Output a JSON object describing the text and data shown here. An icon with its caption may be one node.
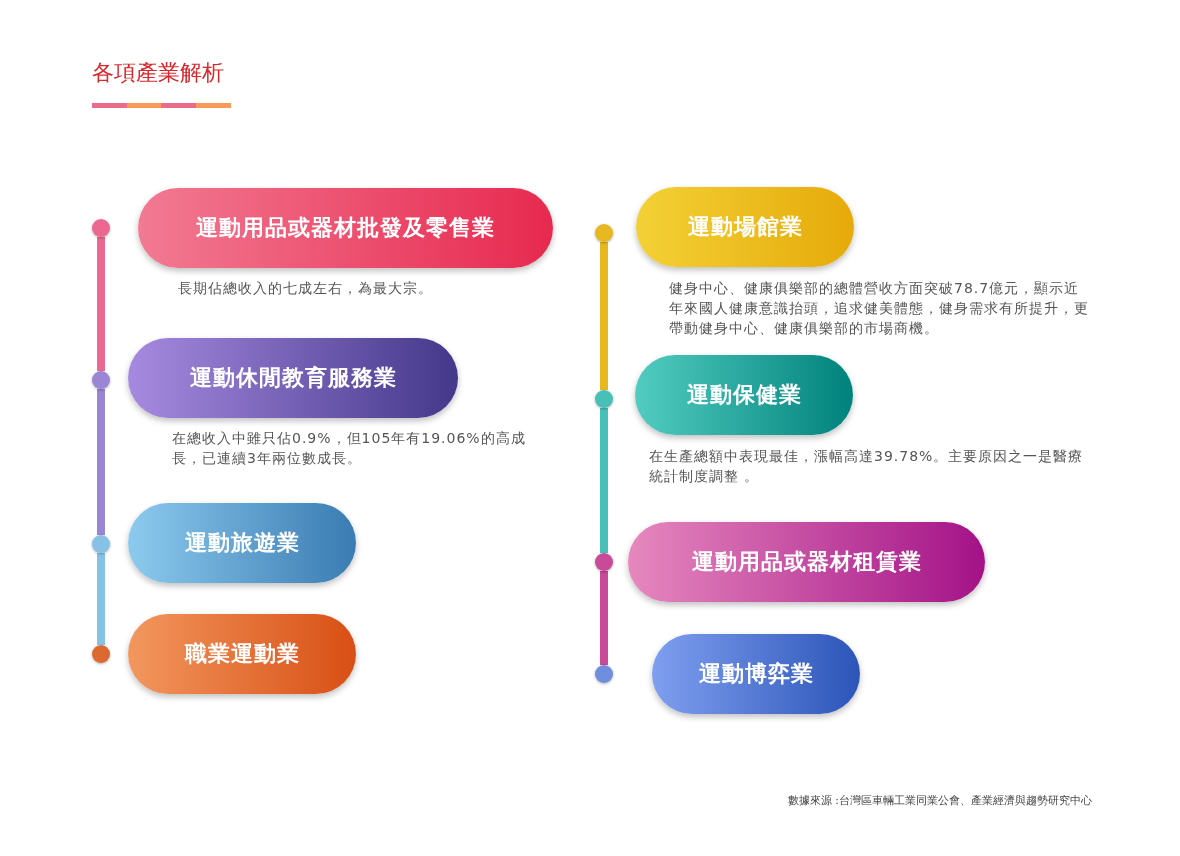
{
  "diagram": {
    "title": "各項產業解析",
    "nodes": [
      {
        "text": [
          "運動用品或器材批發及零售業"
        ],
        "beside": [
          "長期佔總收入的七成左右，為最大宗。"
        ]
      },
      {
        "text": [
          "運動休閒教育服務業"
        ],
        "beside": [
          "在總收入中雖只佔0.9%，但105年有19.06%的高成長，已連續3年兩位數成長。"
        ]
      },
      {
        "text": [
          "運動旅遊業"
        ]
      },
      {
        "text": [
          "職業運動業"
        ]
      },
      {
        "text": [
          "運動場館業"
        ],
        "beside": [
          "健身中心、健康俱樂部的總體營收方面突破78.7億元，顯示近年來國人健康意識抬頭，追求健美體態，健身需求有所提升，更帶動健身中心、健康俱樂部的市場商機。"
        ]
      },
      {
        "text": [
          "運動保健業"
        ],
        "beside": [
          "在生產總額中表現最佳，漲幅高達39.78%。主要原因之一是醫療統計制度調整 。"
        ]
      },
      {
        "text": [
          "運動用品或器材租賃業"
        ]
      },
      {
        "text": [
          "運動博弈業"
        ]
      },
      {
        "text": [],
        "shape": "circle"
      },
      {
        "text": [],
        "shape": "circle"
      },
      {
        "text": [],
        "shape": "circle"
      },
      {
        "text": [],
        "shape": "circle"
      },
      {
        "text": [],
        "shape": "circle"
      },
      {
        "text": [],
        "shape": "circle"
      },
      {
        "text": [],
        "shape": "circle"
      },
      {
        "text": [],
        "shape": "circle"
      }
    ],
    "edges": [
      {
        "from": 8,
        "to": 9,
        "arrow": "none",
        "color": "#ec6890"
      },
      {
        "from": 9,
        "to": 10,
        "arrow": "none",
        "color": "#9a86d4"
      },
      {
        "from": 10,
        "to": 11,
        "arrow": "none",
        "color": "#86c2e6"
      },
      {
        "from": 12,
        "to": 13,
        "arrow": "none",
        "color": "#e8b820"
      },
      {
        "from": 13,
        "to": 14,
        "arrow": "none",
        "color": "#48c0b8"
      },
      {
        "from": 14,
        "to": 15,
        "arrow": "none",
        "color": "#c84a98"
      }
    ],
    "labels": [
      "數據來源 :台灣區車輛工業同業公會、產業經濟與趨勢研究中心"
    ]
  }
}
